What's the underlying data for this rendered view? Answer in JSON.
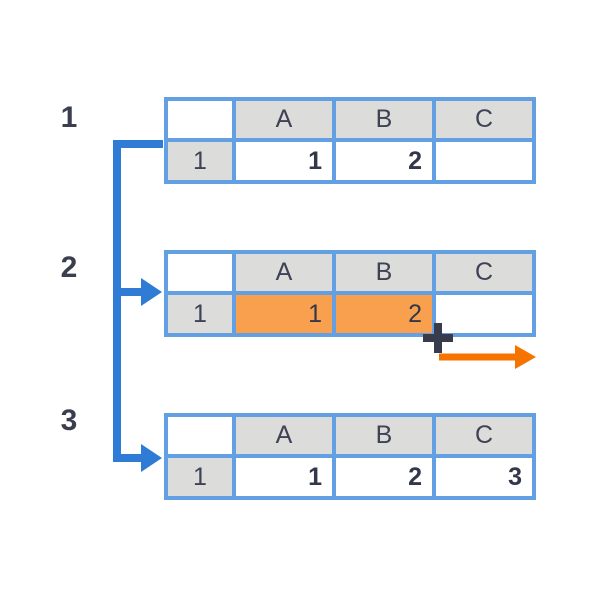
{
  "canvas": {
    "background": "#FFFFFF"
  },
  "palette": {
    "grid_blue": "#62A0E3",
    "connector_blue": "#2E7CD6",
    "header_gray": "#DCDCDA",
    "selection_orange": "#F9A04E",
    "arrow_orange": "#F67300",
    "text_dark": "#3B3E4E"
  },
  "steps": [
    {
      "label": "1"
    },
    {
      "label": "2"
    },
    {
      "label": "3"
    }
  ],
  "tables": [
    {
      "step": "1",
      "headers": [
        "",
        "A",
        "B",
        "C"
      ],
      "row_label": "1",
      "values": [
        "1",
        "2",
        ""
      ]
    },
    {
      "step": "2",
      "headers": [
        "",
        "A",
        "B",
        "C"
      ],
      "row_label": "1",
      "values": [
        "1",
        "2",
        ""
      ],
      "selected_cells": [
        "A1",
        "B1"
      ]
    },
    {
      "step": "3",
      "headers": [
        "",
        "A",
        "B",
        "C"
      ],
      "row_label": "1",
      "values": [
        "1",
        "2",
        "3"
      ]
    }
  ],
  "icons": {
    "plus_cursor": "fill-handle-plus-crosshair",
    "fill_arrow": "arrow-right",
    "branch_arrows": "arrow-right"
  }
}
